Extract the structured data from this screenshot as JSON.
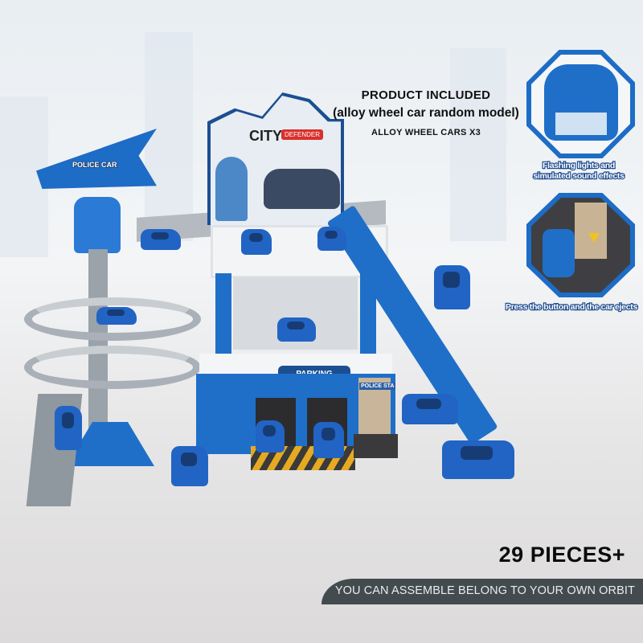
{
  "product": {
    "header_title": "PRODUCT INCLUDED",
    "header_subtitle": "(alloy wheel car random model)",
    "header_note": "ALLOY WHEEL CARS X3"
  },
  "features": [
    {
      "icon": "flashing-light-tower-icon",
      "caption_line1": "Flashing lights and",
      "caption_line2": "simulated sound effects"
    },
    {
      "icon": "car-eject-icon",
      "caption_line1": "Press the button and the car ejects"
    }
  ],
  "signs": {
    "city_sign_brand": "CITY",
    "city_sign_sub": "DEFENDER",
    "tower_flag": "POLICE CAR",
    "parking_sign": "PARKING",
    "station_sign": "POLICE STA"
  },
  "pieces_label": "29 PIECES+",
  "banner_text": "YOU CAN ASSEMBLE BELONG TO YOUR OWN ORBIT",
  "colors": {
    "brand_blue": "#1f6fc9",
    "banner": "#434b4f"
  }
}
